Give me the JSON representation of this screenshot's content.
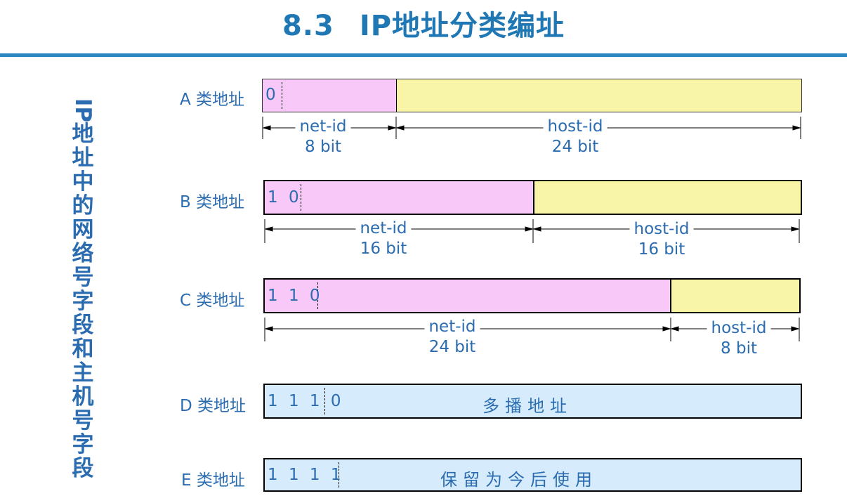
{
  "header": {
    "number": "8.3",
    "title": "IP地址分类编址"
  },
  "side_text": {
    "rotated": "IP",
    "chars": [
      "地",
      "址",
      "中",
      "的",
      "网",
      "络",
      "号",
      "字",
      "段",
      "和",
      "主",
      "机",
      "号",
      "字",
      "段"
    ]
  },
  "classes": [
    {
      "label": "A 类地址",
      "prefix": "0",
      "net_field": "net-id",
      "net_bits": "8 bit",
      "host_field": "host-id",
      "host_bits": "24 bit"
    },
    {
      "label": "B 类地址",
      "prefix": "1 0",
      "net_field": "net-id",
      "net_bits": "16 bit",
      "host_field": "host-id",
      "host_bits": "16 bit"
    },
    {
      "label": "C 类地址",
      "prefix": "1 1 0",
      "net_field": "net-id",
      "net_bits": "24 bit",
      "host_field": "host-id",
      "host_bits": "8 bit"
    },
    {
      "label": "D 类地址",
      "prefix": "1 1 1 0",
      "body_text": "多播地址"
    },
    {
      "label": "E 类地址",
      "prefix": "1 1 1 1",
      "body_text": "保留为今后使用"
    }
  ],
  "colors": {
    "title": "#1f77b4",
    "text": "#2b6cb0",
    "net": "#f8c8f8",
    "host": "#f8f4a8",
    "special": "#d6ebfb"
  }
}
